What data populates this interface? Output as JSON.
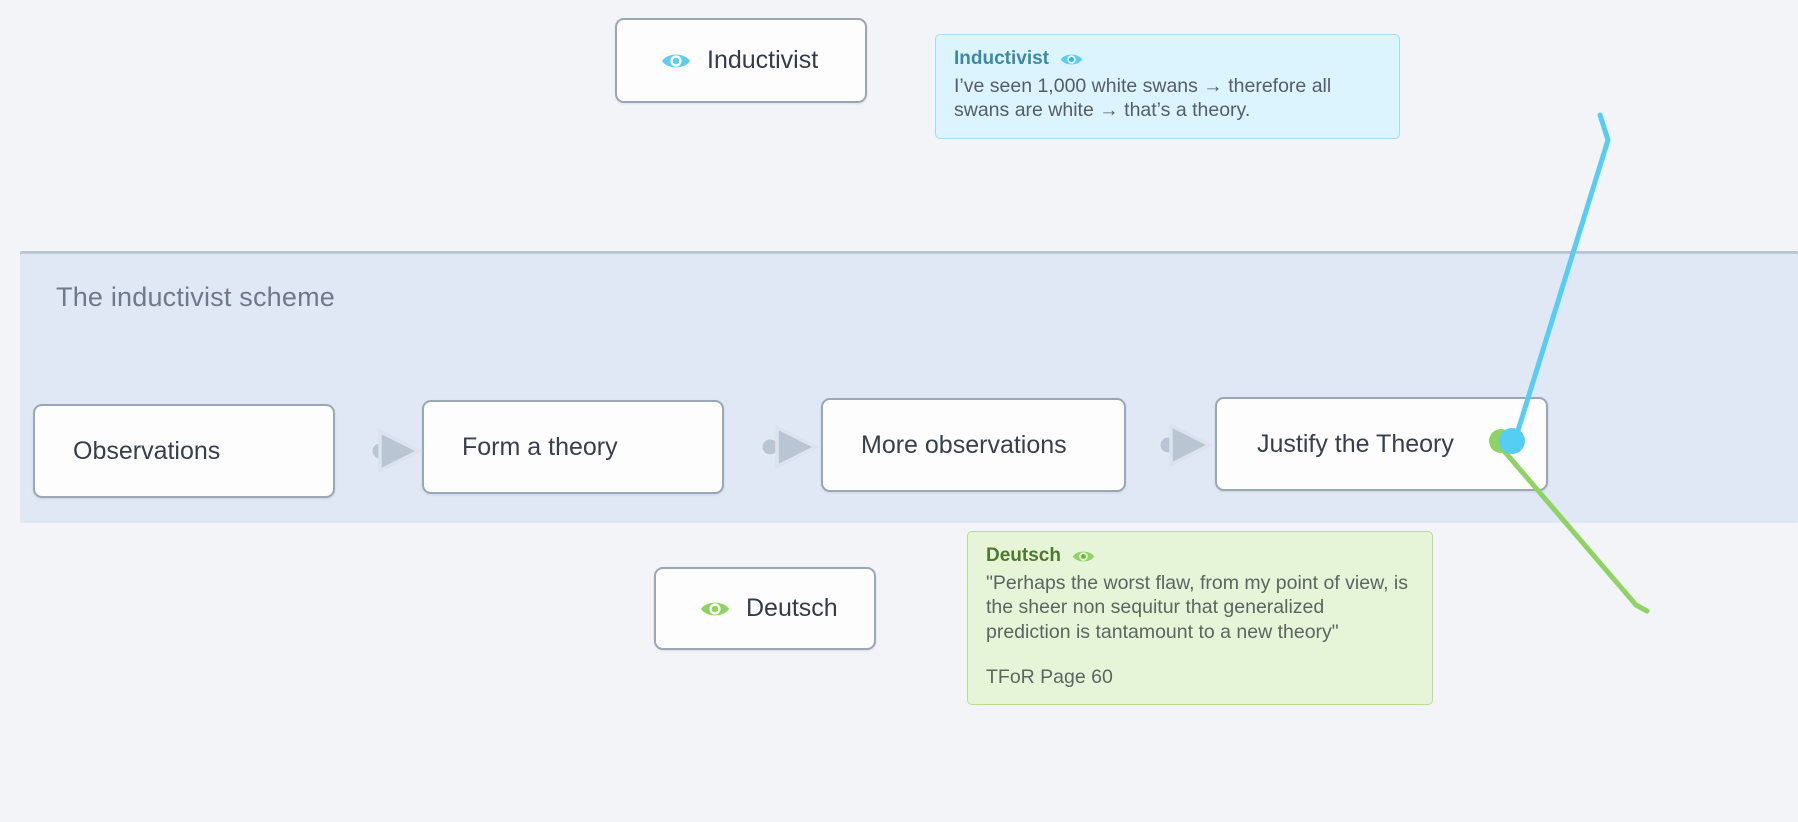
{
  "canvas": {
    "background_color": "#f2f4f7"
  },
  "group_panel": {
    "title": "The inductivist scheme",
    "background_color": "#dfe8f4"
  },
  "flow_nodes": [
    {
      "id": "observations",
      "label": "Observations"
    },
    {
      "id": "form-a-theory",
      "label": "Form a theory"
    },
    {
      "id": "more-observations",
      "label": "More observations"
    },
    {
      "id": "justify-the-theory",
      "label": "Justify the Theory"
    }
  ],
  "legend_boxes": [
    {
      "id": "inductivist",
      "label": "Inductivist",
      "icon": "eye-icon",
      "color": "#5ecdf2"
    },
    {
      "id": "deutsch",
      "label": "Deutsch",
      "icon": "eye-icon",
      "color": "#8ed363"
    }
  ],
  "tooltips": [
    {
      "id": "inductivist",
      "title": "Inductivist",
      "icon": "eye-icon",
      "body": "I’ve seen 1,000 white swans → therefore all swans are white → that’s a theory.",
      "footer": "",
      "background_color": "#dcf4fd",
      "border_color": "#9fdff3",
      "title_color": "#3c8aa5"
    },
    {
      "id": "deutsch",
      "title": "Deutsch",
      "icon": "eye-icon",
      "body": "\"Perhaps the worst flaw, from my point of view, is the sheer non sequitur that generalized prediction is tantamount to a new theory\"",
      "footer": "TFoR Page 60",
      "background_color": "#e6f5d8",
      "border_color": "#b7dd93",
      "title_color": "#4f7a2e"
    }
  ],
  "connectors": {
    "flow_arrow_color": "#b9c5d3",
    "inductivist_link_color": "#56cdf5",
    "deutsch_link_color": "#8ed363"
  }
}
